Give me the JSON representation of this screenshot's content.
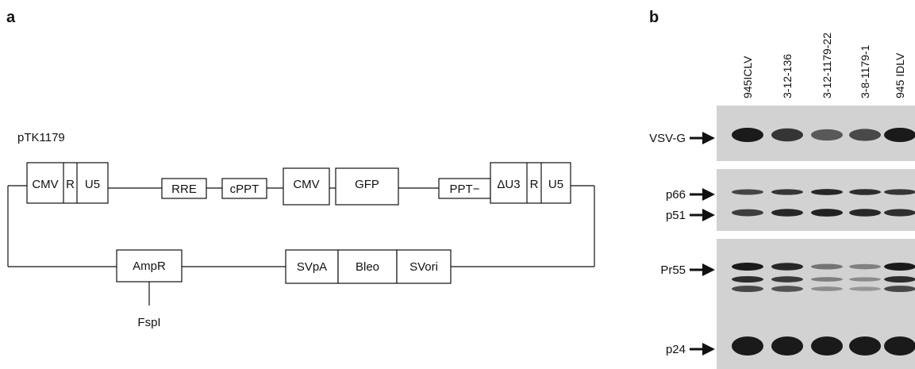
{
  "panel_a": {
    "letter": "a",
    "plasmid_name": "pTK1179",
    "top_elements": [
      "CMV",
      "R",
      "U5",
      "RRE",
      "cPPT",
      "CMV",
      "GFP",
      "PPT−",
      "ΔU3",
      "R",
      "U5"
    ],
    "bottom_elements": [
      "AmpR",
      "SVpA",
      "Bleo",
      "SVori"
    ],
    "site_label": "FspI"
  },
  "panel_b": {
    "letter": "b",
    "lanes": [
      "945ICLV",
      "3-12-136",
      "3-12-1179-22",
      "3-8-1179-1",
      "945 IDLV"
    ],
    "markers": [
      "VSV-G",
      "p66",
      "p51",
      "Pr55",
      "p24"
    ],
    "band_intensity": {
      "VSV-G": [
        1.0,
        0.8,
        0.55,
        0.65,
        1.0
      ],
      "p66": [
        0.7,
        0.8,
        0.9,
        0.85,
        0.8
      ],
      "p51": [
        0.75,
        0.9,
        0.95,
        0.9,
        0.85
      ],
      "Pr55": [
        1.0,
        0.9,
        0.35,
        0.25,
        1.0
      ],
      "p24": [
        1.0,
        1.0,
        1.0,
        1.0,
        1.0
      ]
    }
  }
}
